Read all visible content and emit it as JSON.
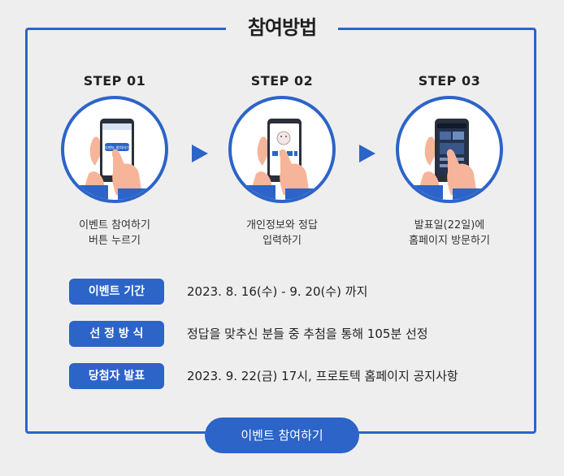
{
  "header": {
    "title": "참여방법"
  },
  "steps": [
    {
      "label": "STEP 01",
      "desc_line1": "이벤트 참여하기",
      "desc_line2": "버튼 누르기",
      "screen_button": "이벤트 참여하기"
    },
    {
      "label": "STEP 02",
      "desc_line1": "개인정보와 정답",
      "desc_line2": "입력하기"
    },
    {
      "label": "STEP 03",
      "desc_line1": "발표일(22일)에",
      "desc_line2": "홈페이지 방문하기"
    }
  ],
  "info": [
    {
      "badge": "이벤트 기간",
      "text": "2023. 8. 16(수) - 9. 20(수) 까지"
    },
    {
      "badge": "선 정 방 식",
      "text": "정답을 맞추신 분들 중 추첨을 통해 105분 선정"
    },
    {
      "badge": "당첨자 발표",
      "text": "2023. 9. 22(금) 17시, 프로토텍 홈페이지 공지사항"
    }
  ],
  "cta": {
    "label": "이벤트 참여하기"
  },
  "colors": {
    "accent": "#2c64c8",
    "background": "#efeeef",
    "hand": "#f6b59a",
    "sleeve": "#2c64c8"
  },
  "icons": {
    "arrow": "triangle-right-icon",
    "phone": "phone-in-hand-icon"
  }
}
